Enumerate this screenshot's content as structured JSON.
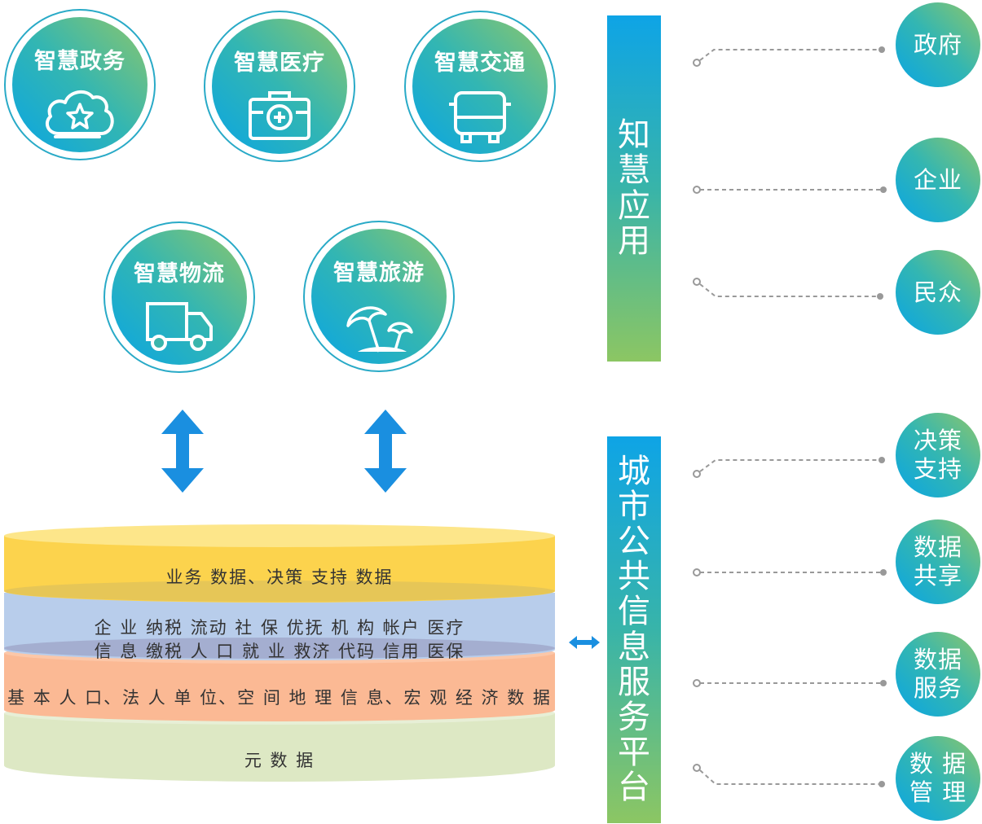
{
  "apps": [
    {
      "label": "智慧政务",
      "icon": "cloud-star-icon"
    },
    {
      "label": "智慧医疗",
      "icon": "medical-kit-icon"
    },
    {
      "label": "智慧交通",
      "icon": "bus-icon"
    },
    {
      "label": "智慧物流",
      "icon": "truck-icon"
    },
    {
      "label": "智慧旅游",
      "icon": "beach-umbrella-icon"
    }
  ],
  "layers": [
    {
      "lines": [
        "业务 数据、决策 支持 数据"
      ],
      "color": "#fcd34d"
    },
    {
      "lines": [
        "企 业  纳税  流动  社 保  优抚  机 构  帐户  医疗",
        "信 息  缴税  人 口  就 业  救济  代码  信用  医保"
      ],
      "color": "#b8cdeb"
    },
    {
      "lines": [
        "基 本 人 口、法 人 单 位、空 间 地 理 信 息、宏 观 经 济 数 据"
      ],
      "color": "#fbb994"
    },
    {
      "lines": [
        "元 数 据"
      ],
      "color": "#dde8c4"
    }
  ],
  "bars": {
    "top": "知慧应用",
    "bottom": "城市公共信息服务平台"
  },
  "top_targets": [
    {
      "lines": [
        "政府"
      ]
    },
    {
      "lines": [
        "企业"
      ]
    },
    {
      "lines": [
        "民众"
      ]
    }
  ],
  "bottom_targets": [
    {
      "lines": [
        "决策",
        "支持"
      ]
    },
    {
      "lines": [
        "数据",
        "共享"
      ]
    },
    {
      "lines": [
        "数据",
        "服务"
      ]
    },
    {
      "lines": [
        "数 据",
        "管 理"
      ]
    }
  ],
  "colors": {
    "ring": "#29aac7",
    "gradient_start": "#0aa5e3",
    "gradient_end": "#8cc66c",
    "arrow": "#1a8fe0",
    "dash": "#999999"
  }
}
